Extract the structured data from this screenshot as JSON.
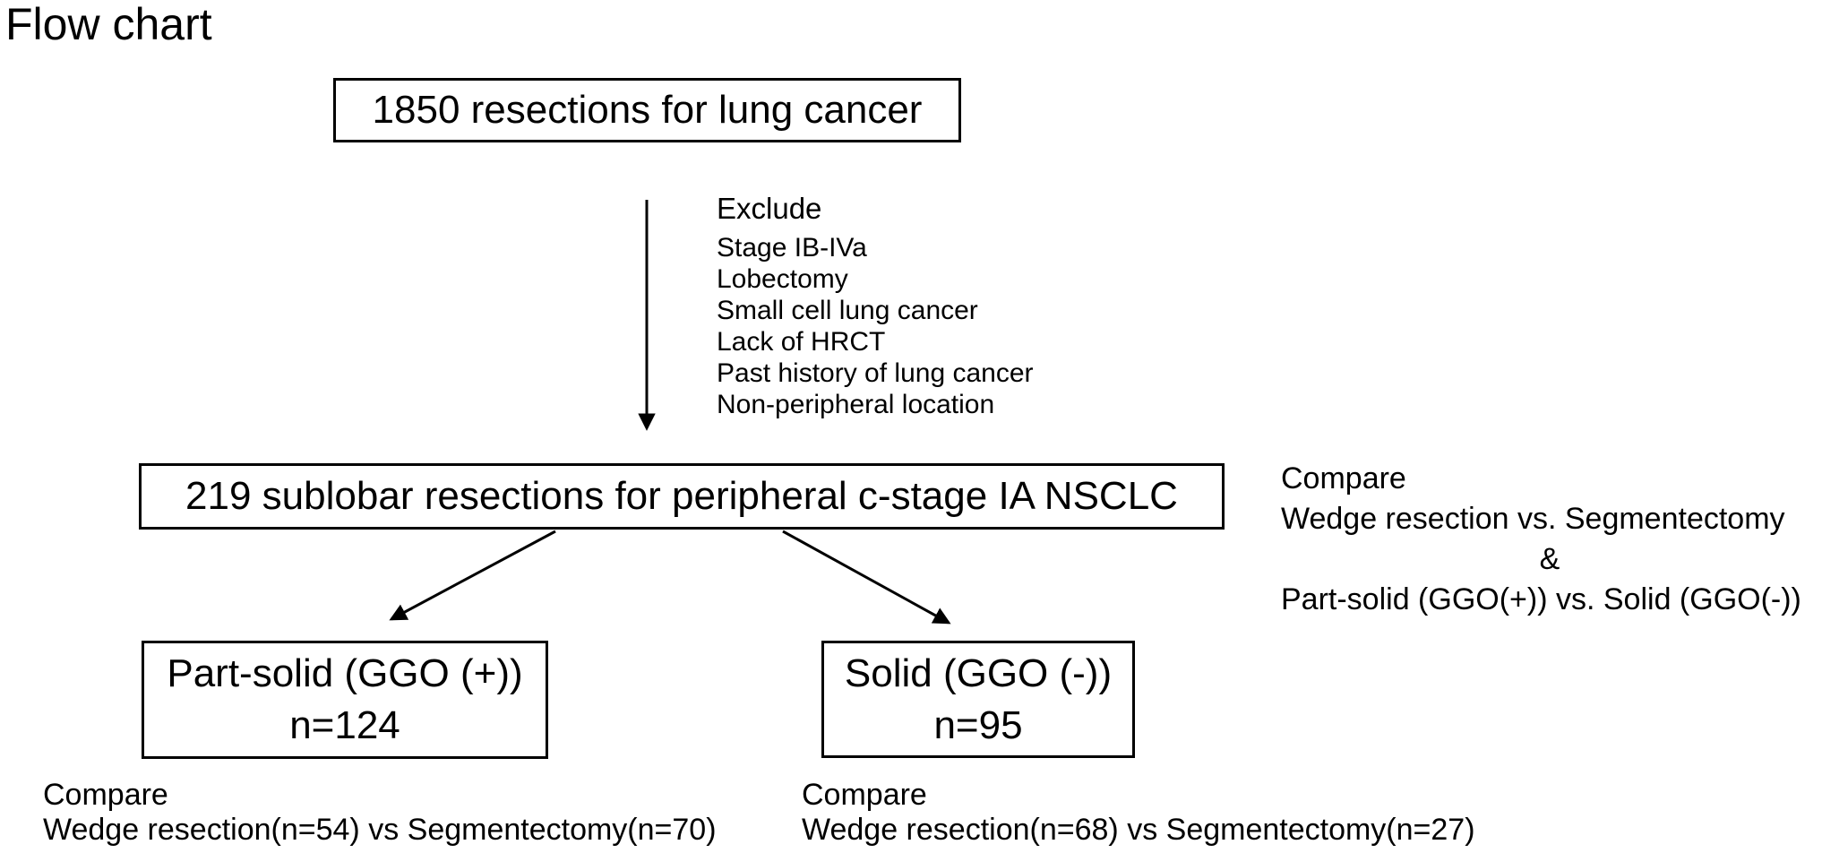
{
  "title": "Flow chart",
  "colors": {
    "ink": "#000000",
    "background": "#ffffff"
  },
  "flow": {
    "box_top": {
      "label": "1850 resections for lung cancer"
    },
    "exclude": {
      "heading": "Exclude",
      "items": [
        "Stage IB-IVa",
        "Lobectomy",
        "Small cell lung cancer",
        "Lack of HRCT",
        "Past history of lung cancer",
        "Non-peripheral location"
      ]
    },
    "box_middle": {
      "label": "219 sublobar resections for peripheral c-stage IA NSCLC"
    },
    "compare_right": {
      "heading": "Compare",
      "line1": "Wedge resection vs. Segmentectomy",
      "amp": "&",
      "line2": "Part-solid (GGO(+)) vs. Solid (GGO(-))"
    },
    "box_left": {
      "line1": "Part-solid (GGO (+))",
      "line2": "n=124"
    },
    "box_right": {
      "line1": "Solid (GGO (-))",
      "line2": "n=95"
    },
    "compare_bottom_left": {
      "heading": "Compare",
      "line": "Wedge resection(n=54) vs Segmentectomy(n=70)"
    },
    "compare_bottom_right": {
      "heading": "Compare",
      "line": "Wedge resection(n=68) vs Segmentectomy(n=27)"
    },
    "connections": [
      {
        "from": "box_top",
        "to": "box_middle",
        "icon": "arrow-down-icon"
      },
      {
        "from": "box_middle",
        "to": "box_left",
        "icon": "arrow-diagonal-left-icon"
      },
      {
        "from": "box_middle",
        "to": "box_right",
        "icon": "arrow-diagonal-right-icon"
      }
    ]
  }
}
